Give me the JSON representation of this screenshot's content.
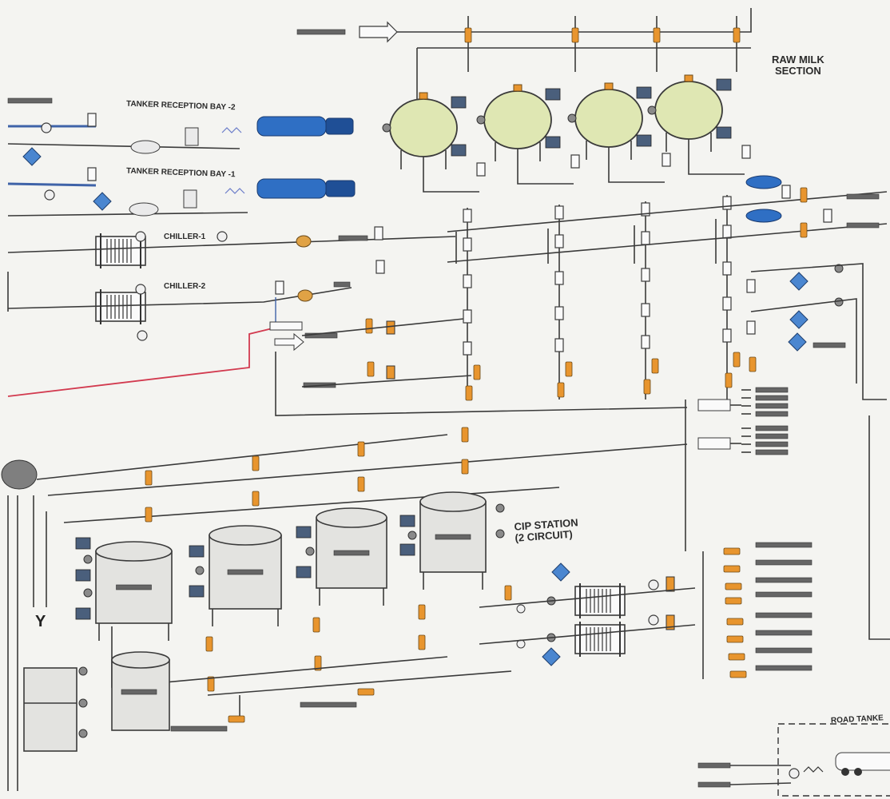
{
  "labels": {
    "raw_milk_section": "RAW MILK\nSECTION",
    "tanker_bay_2": "TANKER RECEPTION BAY -2",
    "tanker_bay_1": "TANKER RECEPTION BAY -1",
    "chiller_1": "CHILLER-1",
    "chiller_2": "CHILLER-2",
    "cip_station": "CIP STATION\n(2 CIRCUIT)",
    "y_marker": "Y",
    "road_tanker": "ROAD TANKE"
  },
  "colors": {
    "pipe": "#3a3a3a",
    "pipe_red": "#d23a4f",
    "pipe_blue": "#3f63a8",
    "tank_fill": "#dfe7b3",
    "valve_orange": "#e8952e",
    "truck_blue": "#2f6fc4",
    "diamond_blue": "#4a86d0",
    "tank_gray": "#e3e3e0"
  }
}
